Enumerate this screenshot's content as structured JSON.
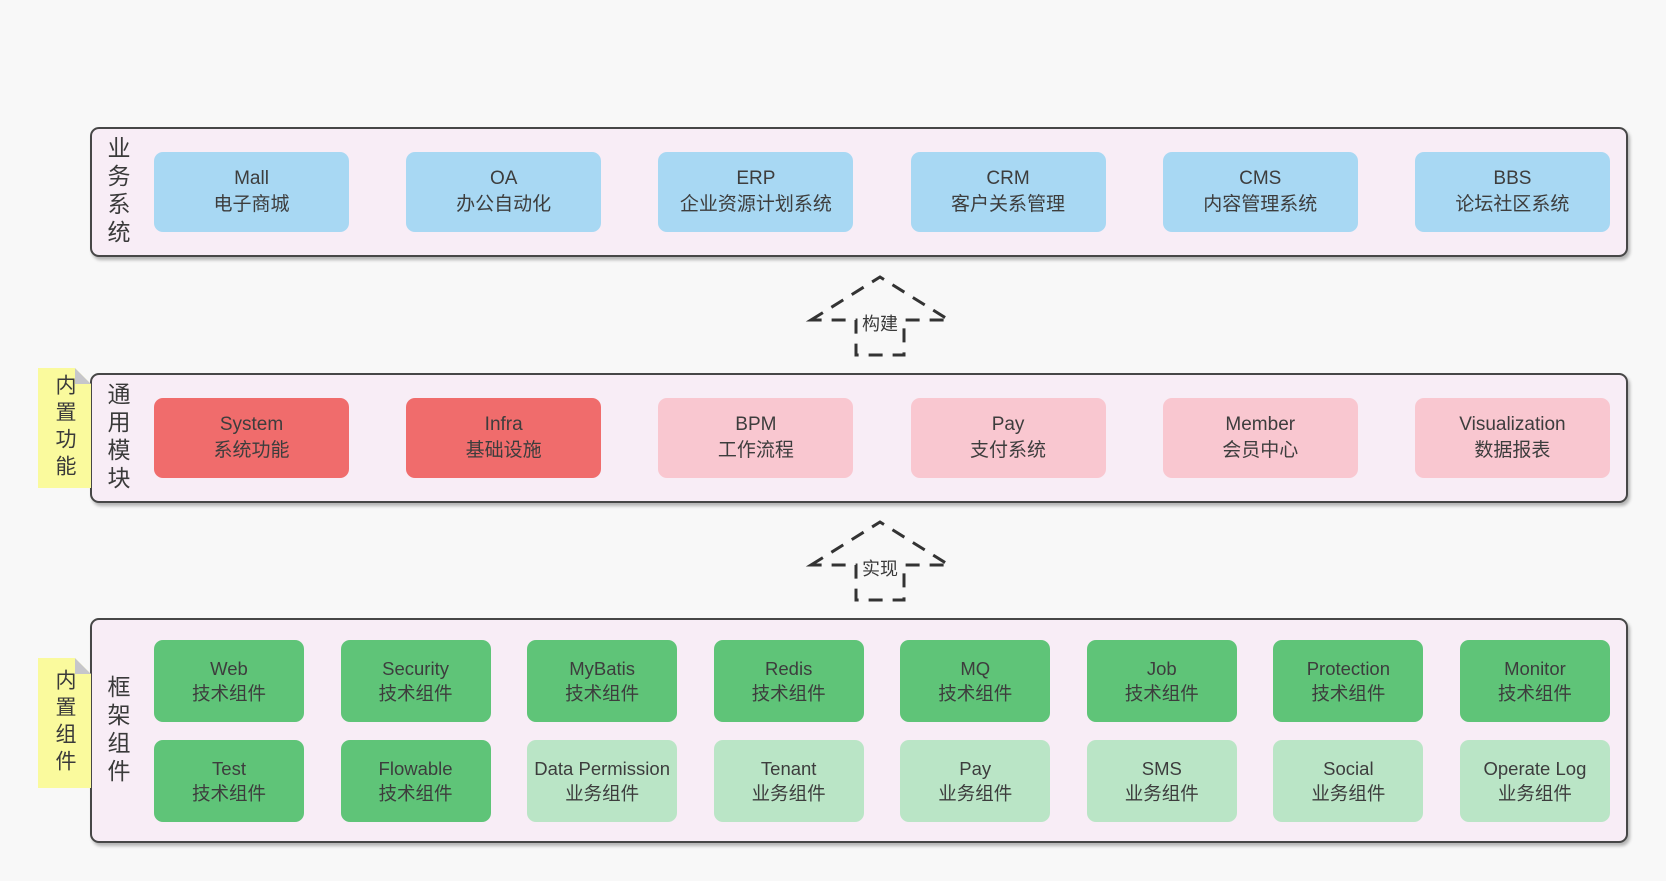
{
  "colors": {
    "blue": "#a8d8f3",
    "red": "#f06c6c",
    "pink": "#f9c7d0",
    "green": "#5fc478",
    "green-light": "#bae5c6",
    "section_bg": "#f8edf6",
    "section_border": "#474747",
    "note_yellow": "#fafa9d",
    "page_bg": "#f8f8f8",
    "text": "#3d3d3d"
  },
  "arrows": [
    {
      "label": "构建"
    },
    {
      "label": "实现"
    }
  ],
  "sections": [
    {
      "label": "业务系统",
      "note": null,
      "rows": [
        [
          {
            "en": "Mall",
            "zh": "电子商城",
            "variant": "blue"
          },
          {
            "en": "OA",
            "zh": "办公自动化",
            "variant": "blue"
          },
          {
            "en": "ERP",
            "zh": "企业资源计划系统",
            "variant": "blue"
          },
          {
            "en": "CRM",
            "zh": "客户关系管理",
            "variant": "blue"
          },
          {
            "en": "CMS",
            "zh": "内容管理系统",
            "variant": "blue"
          },
          {
            "en": "BBS",
            "zh": "论坛社区系统",
            "variant": "blue"
          }
        ]
      ]
    },
    {
      "label": "通用模块",
      "note": "内置功能",
      "rows": [
        [
          {
            "en": "System",
            "zh": "系统功能",
            "variant": "red"
          },
          {
            "en": "Infra",
            "zh": "基础设施",
            "variant": "red"
          },
          {
            "en": "BPM",
            "zh": "工作流程",
            "variant": "pink"
          },
          {
            "en": "Pay",
            "zh": "支付系统",
            "variant": "pink"
          },
          {
            "en": "Member",
            "zh": "会员中心",
            "variant": "pink"
          },
          {
            "en": "Visualization",
            "zh": "数据报表",
            "variant": "pink"
          }
        ]
      ]
    },
    {
      "label": "框架组件",
      "note": "内置组件",
      "rows": [
        [
          {
            "en": "Web",
            "zh": "技术组件",
            "variant": "green"
          },
          {
            "en": "Security",
            "zh": "技术组件",
            "variant": "green"
          },
          {
            "en": "MyBatis",
            "zh": "技术组件",
            "variant": "green"
          },
          {
            "en": "Redis",
            "zh": "技术组件",
            "variant": "green"
          },
          {
            "en": "MQ",
            "zh": "技术组件",
            "variant": "green"
          },
          {
            "en": "Job",
            "zh": "技术组件",
            "variant": "green"
          },
          {
            "en": "Protection",
            "zh": "技术组件",
            "variant": "green"
          },
          {
            "en": "Monitor",
            "zh": "技术组件",
            "variant": "green"
          }
        ],
        [
          {
            "en": "Test",
            "zh": "技术组件",
            "variant": "green"
          },
          {
            "en": "Flowable",
            "zh": "技术组件",
            "variant": "green"
          },
          {
            "en": "Data Permission",
            "zh": "业务组件",
            "variant": "green-light"
          },
          {
            "en": "Tenant",
            "zh": "业务组件",
            "variant": "green-light"
          },
          {
            "en": "Pay",
            "zh": "业务组件",
            "variant": "green-light"
          },
          {
            "en": "SMS",
            "zh": "业务组件",
            "variant": "green-light"
          },
          {
            "en": "Social",
            "zh": "业务组件",
            "variant": "green-light"
          },
          {
            "en": "Operate Log",
            "zh": "业务组件",
            "variant": "green-light"
          }
        ]
      ]
    }
  ]
}
